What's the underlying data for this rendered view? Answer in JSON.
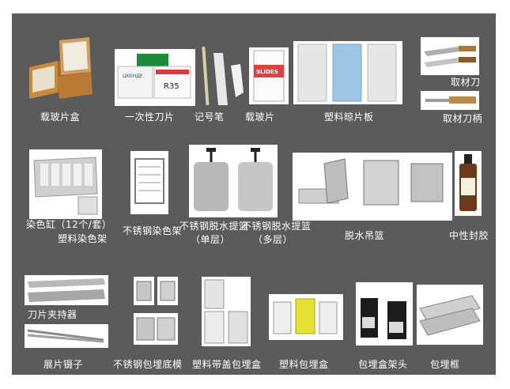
{
  "labels": {
    "slide_box": "载玻片盒",
    "blade": "一次性刀片",
    "marker": "记号笔",
    "slides": "载玻片",
    "drying_board": "塑料晾片板",
    "knife": "取材刀",
    "knife_handle": "取材刀柄",
    "stain_jar_l1": "染色缸（12个/套）",
    "stain_jar_l2": "塑料染色架",
    "ss_rack": "不锈钢染色架",
    "basket_single_l1": "不锈钢脱水提篮",
    "basket_single_l2": "（单层）",
    "basket_multi_l1": "不锈钢脱水提篮",
    "basket_multi_l2": "（多层）",
    "hang_basket": "脱水吊篮",
    "mounting": "中性封胶",
    "blade_holder": "刀片夹持器",
    "tweezers": "展片镊子",
    "ss_mold": "不锈钢包埋底模",
    "lid_cassette": "塑料带盖包埋盒",
    "cassette": "塑料包埋盒",
    "cassette_head": "包埋盒架头",
    "frame": "包埋框"
  },
  "product_text": {
    "blade_box": "ЦКЕНДЕ",
    "blade_box2": "R35",
    "slides_box": "SLIDES"
  },
  "colors": {
    "panel": "#5c5b5b",
    "label": "#ffffff",
    "photo_bg": "#ffffff",
    "board_blue": "#9cc6e4",
    "cassette_yellow": "#e6e033"
  }
}
